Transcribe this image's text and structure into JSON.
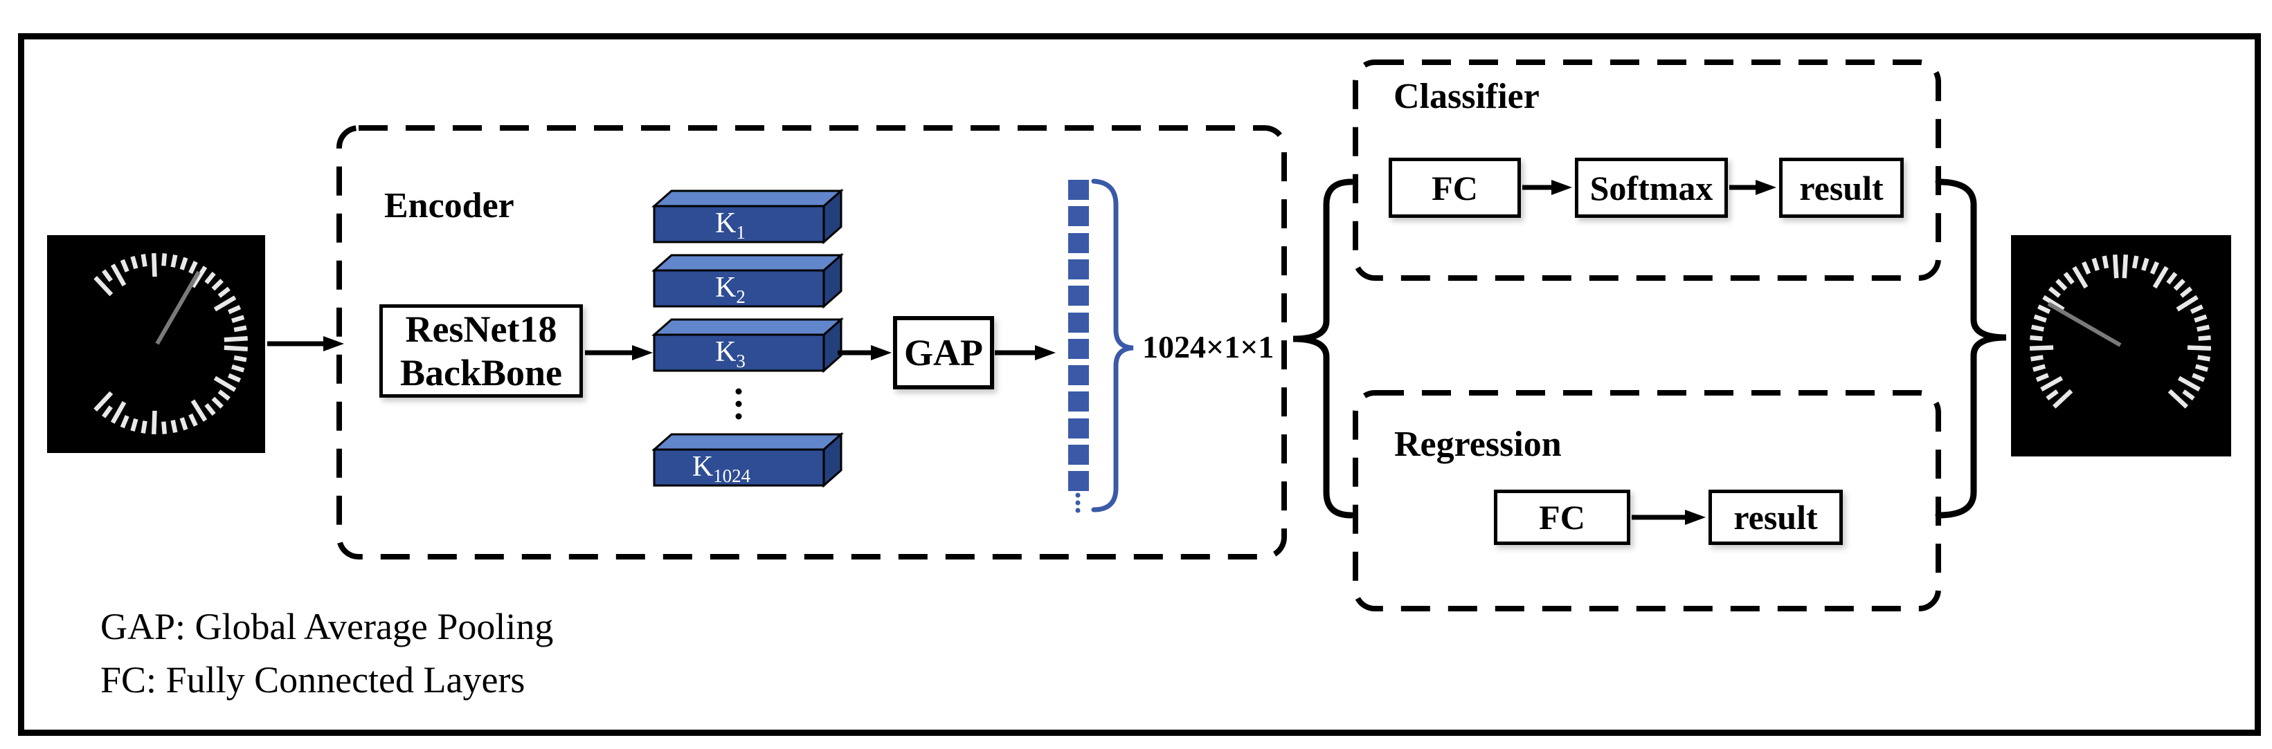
{
  "diagram": {
    "encoder": {
      "title": "Encoder"
    },
    "backbone": {
      "line1": "ResNet18",
      "line2": "BackBone"
    },
    "gap_box": {
      "label": "GAP"
    },
    "kernels": [
      {
        "base": "K",
        "sub": "1"
      },
      {
        "base": "K",
        "sub": "2"
      },
      {
        "base": "K",
        "sub": "3"
      },
      {
        "base": "K",
        "sub": "1024"
      }
    ],
    "vector_label": "1024×1×1",
    "classifier": {
      "title": "Classifier",
      "fc": "FC",
      "softmax": "Softmax",
      "result": "result"
    },
    "regression": {
      "title": "Regression",
      "fc": "FC",
      "result": "result"
    },
    "legend": {
      "line1": "GAP: Global Average Pooling",
      "line2": "FC: Fully Connected Layers"
    },
    "icons": {
      "input_image": "gauge-dial-image",
      "output_image": "gauge-dial-image"
    },
    "colors": {
      "kernel_front": "#2e4d94",
      "kernel_top": "#6286cb",
      "kernel_side": "#24407c",
      "vector_square": "#3a5aa8",
      "brace_blue": "#3a5aa8",
      "gauge_tick": "#e8e8e8",
      "gauge_needle": "#7a7a7a",
      "line_black": "#000000"
    }
  }
}
